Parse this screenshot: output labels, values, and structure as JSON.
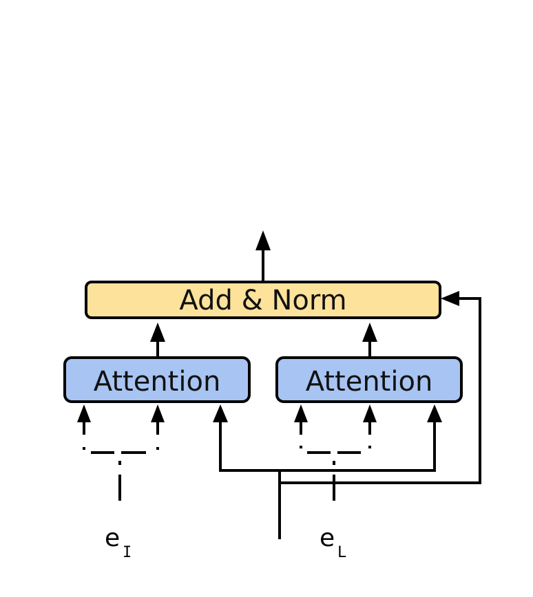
{
  "blocks": {
    "add_norm": "Add & Norm",
    "attention_left": "Attention",
    "attention_right": "Attention"
  },
  "inputs": {
    "left": {
      "base": "e",
      "sub": "I"
    },
    "right": {
      "base": "e",
      "sub": "L"
    }
  },
  "colors": {
    "add_norm_fill": "#FDE29B",
    "attention_fill": "#A7C4F2",
    "stroke": "#000000"
  }
}
